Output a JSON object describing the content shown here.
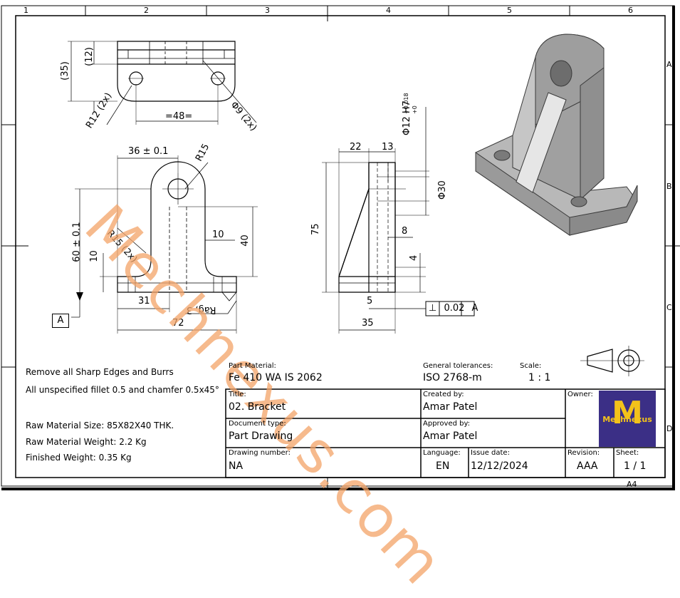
{
  "frame": {
    "top_zones": [
      "1",
      "2",
      "3",
      "4",
      "5",
      "6"
    ],
    "side_zones": [
      "A",
      "B",
      "C",
      "D"
    ],
    "sheet_size": "A4"
  },
  "notes": {
    "line1": "Remove all Sharp Edges and Burrs",
    "line2": "All unspecified fillet 0.5 and chamfer 0.5x45°",
    "raw_size": "Raw Material Size: 85X82X40 THK.",
    "raw_weight": "Raw Material Weight: 2.2 Kg",
    "finished_weight": "Finished Weight: 0.35 Kg"
  },
  "header_fields": {
    "part_material_label": "Part Material:",
    "part_material_value": "Fe 410 WA IS 2062",
    "tolerances_label": "General tolerances:",
    "tolerances_value": "ISO 2768-m",
    "scale_label": "Scale:",
    "scale_value": "1 : 1"
  },
  "title_block": {
    "title_label": "Title:",
    "title_value": "02. Bracket",
    "created_label": "Created by:",
    "created_value": "Amar Patel",
    "owner_label": "Owner:",
    "doc_type_label": "Document type:",
    "doc_type_value": "Part Drawing",
    "approved_label": "Approved by:",
    "approved_value": "Amar Patel",
    "drawing_no_label": "Drawing number:",
    "drawing_no_value": "NA",
    "language_label": "Language:",
    "language_value": "EN",
    "issue_label": "Issue date:",
    "issue_value": "12/12/2024",
    "revision_label": "Revision:",
    "revision_value": "AAA",
    "sheet_label": "Sheet:",
    "sheet_value": "1 / 1"
  },
  "logo": {
    "letter": "M",
    "text": "Mechnexus"
  },
  "watermark": "Mechnexus.com",
  "dimensions": {
    "top_view": {
      "d35": "(35)",
      "d12": "(12)",
      "r12": "R12 (2x)",
      "d48": "=48=",
      "phi9": "Φ9 (2x)"
    },
    "front_view": {
      "d36": "36 ± 0.1",
      "r15": "R15",
      "r15x2": "R15 (2x)",
      "d10a": "10",
      "d40": "40",
      "d60": "60 ± 0.1",
      "d10b": "10",
      "d31": "31",
      "d72": "72",
      "rag": "Rag, 3",
      "datum": "A"
    },
    "side_view": {
      "d22": "22",
      "d13": "13",
      "phi12": "Φ12 H7",
      "tol_up": "+0.018",
      "tol_dn": "+0",
      "phi30": "Φ30",
      "d75": "75",
      "d8": "8",
      "d4": "4",
      "d5": "5",
      "d35": "35",
      "gdt": "⊥ 0.02 A"
    }
  },
  "colors": {
    "watermark": "#f4a468",
    "logo_bg": "#3b2f86",
    "logo_fg": "#f3c21a",
    "iso_body": "#a8a8a8"
  }
}
